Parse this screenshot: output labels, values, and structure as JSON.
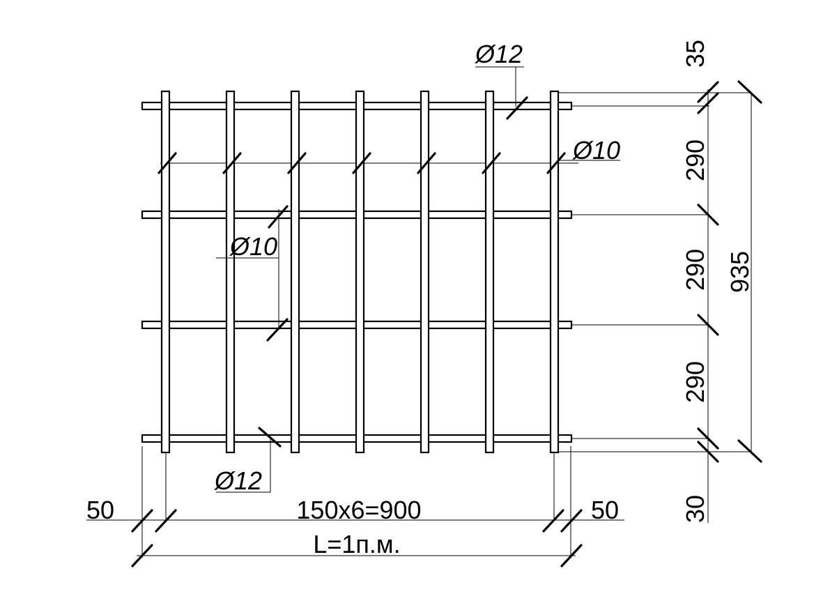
{
  "mesh": {
    "vertical_bar_count": 7,
    "horizontal_bar_count": 4
  },
  "labels": {
    "dia_top": "Ø12",
    "dia_right": "Ø10",
    "dia_mid": "Ø10",
    "dia_bottom": "Ø12",
    "dim_35": "35",
    "dim_290_a": "290",
    "dim_290_b": "290",
    "dim_290_c": "290",
    "dim_30": "30",
    "dim_935": "935",
    "dim_left_50": "50",
    "dim_right_50": "50",
    "dim_900": "150x6=900",
    "dim_length": "L=1п.м."
  }
}
